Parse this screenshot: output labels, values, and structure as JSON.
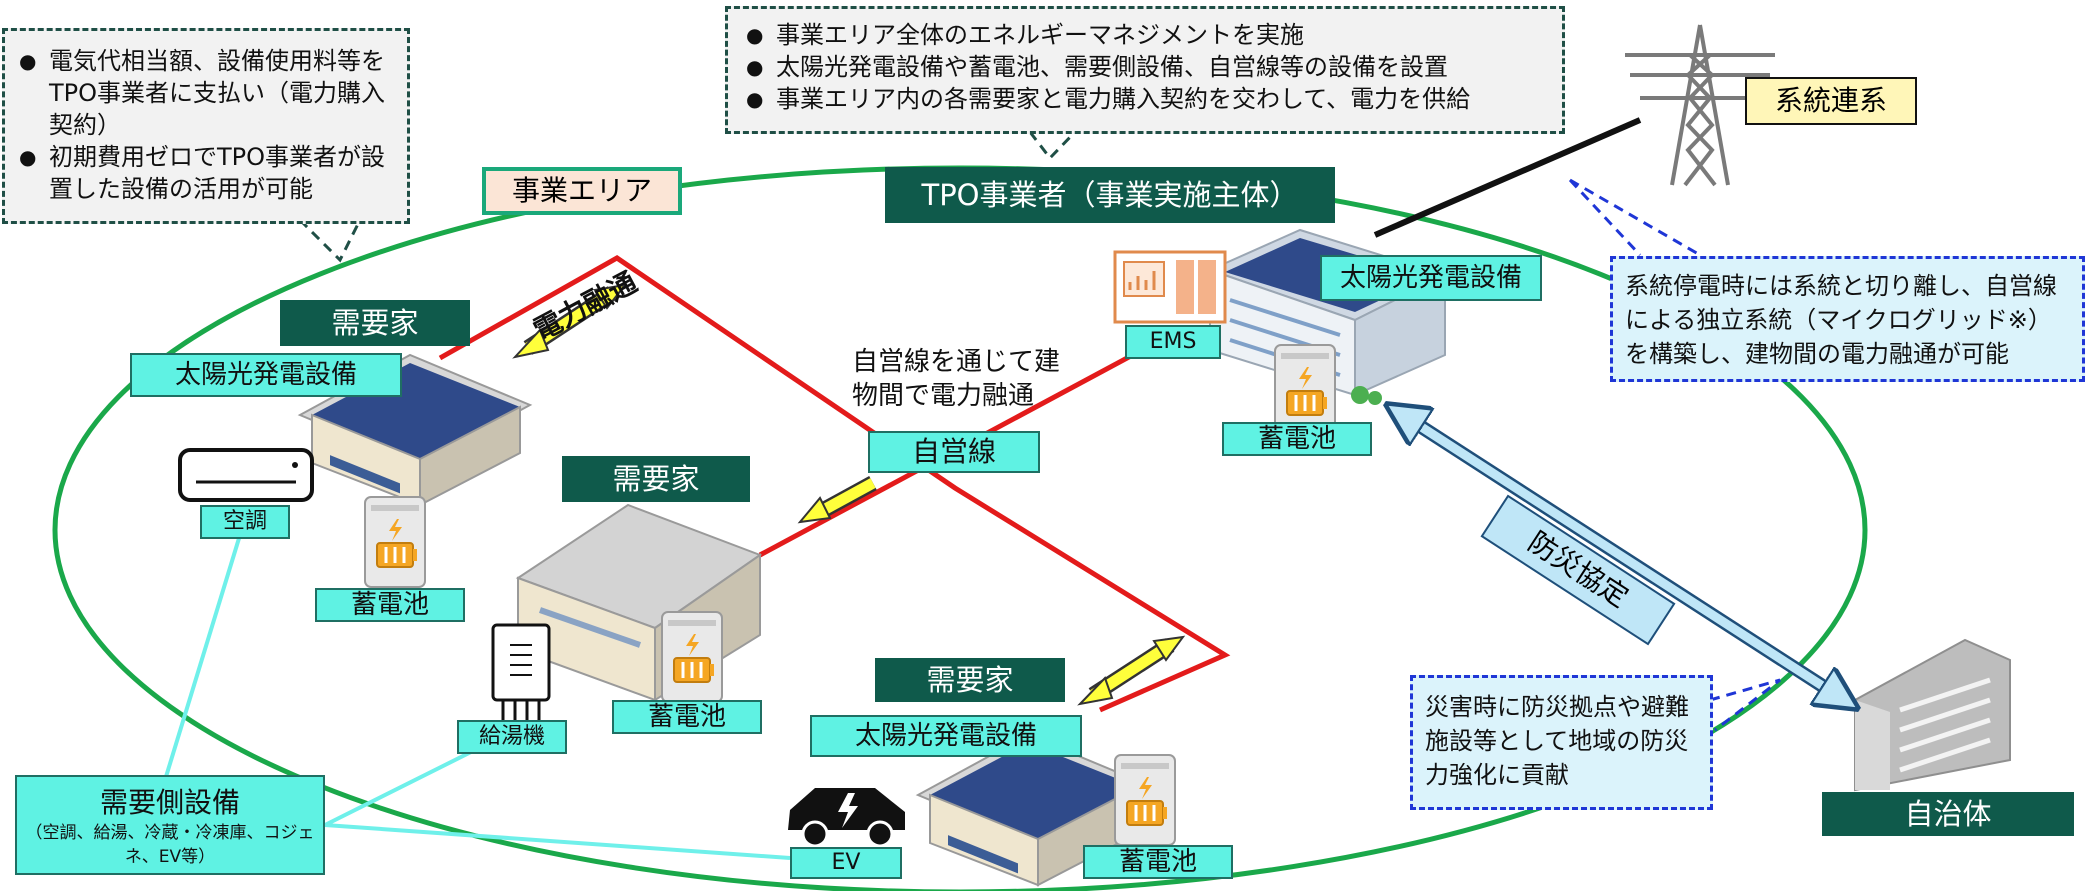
{
  "callout_left": {
    "items": [
      "電気代相当額、設備使用料等をTPO事業者に支払い（電力購入契約）",
      "初期費用ゼロでTPO事業者が設置した設備の活用が可能"
    ]
  },
  "callout_top": {
    "items": [
      "事業エリア全体のエネルギーマネジメントを実施",
      "太陽光発電設備や蓄電池、需要側設備、自営線等の設備を設置",
      "事業エリア内の各需要家と電力購入契約を交わして、電力を供給"
    ]
  },
  "labels": {
    "area": "事業エリア",
    "tpo": "TPO事業者（事業実施主体）",
    "grid": "系統連系",
    "solar_tpo": "太陽光発電設備",
    "ems": "EMS",
    "battery_tpo": "蓄電池",
    "consumer1": "需要家",
    "solar1": "太陽光発電設備",
    "power_sharing": "電力融通",
    "ac": "空調",
    "battery1": "蓄電池",
    "consumer2": "需要家",
    "self_line_note": "自営線を通じて建物間で電力融通",
    "self_line": "自営線",
    "water_heater": "給湯機",
    "battery2": "蓄電池",
    "consumer3": "需要家",
    "solar3": "太陽光発電設備",
    "ev": "EV",
    "battery3": "蓄電池",
    "demand_equipment": "需要側設備",
    "demand_equipment_detail": "（空調、給湯、冷蔵・冷凍庫、コジェネ、EV等）",
    "disaster_agreement": "防災協定",
    "municipality": "自治体"
  },
  "callout_microgrid": "系統停電時には系統と切り離し、自営線による独立系統（マイクログリッド※）を構築し、建物間の電力融通が可能",
  "callout_disaster": "災害時に防災拠点や避難施設等として地域の防災力強化に貢献",
  "colors": {
    "area_ellipse": "#1aa84a",
    "self_line": "#e31b1b",
    "teal_label": "#5ff2e3",
    "dark_label": "#0f5a4b",
    "arrow_yellow": "#ffff3b",
    "arrow_blue": "#bfe6f7"
  }
}
